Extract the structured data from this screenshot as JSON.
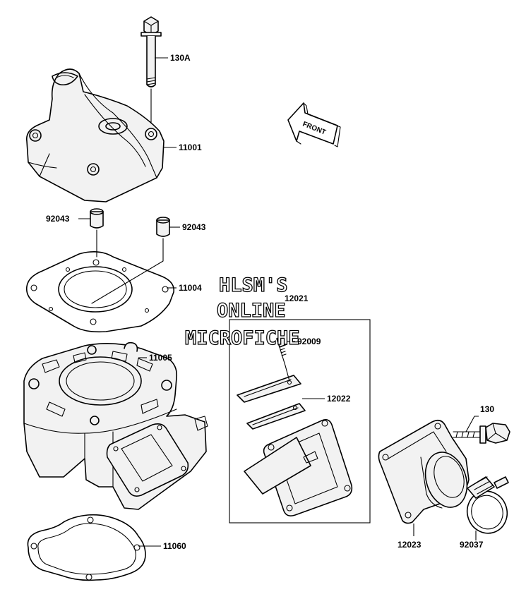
{
  "watermark": {
    "line1": "HLSM'S",
    "line2": "ONLINE",
    "line3": "MICROFICHE"
  },
  "direction_arrow": {
    "label": "FRONT"
  },
  "callouts": [
    {
      "id": "bolt-head-top",
      "label": "130A"
    },
    {
      "id": "cylinder-head",
      "label": "11001"
    },
    {
      "id": "dowel-left",
      "label": "92043"
    },
    {
      "id": "dowel-right",
      "label": "92043"
    },
    {
      "id": "head-gasket",
      "label": "11004"
    },
    {
      "id": "cylinder",
      "label": "11005"
    },
    {
      "id": "reed-valve-assy",
      "label": "12021"
    },
    {
      "id": "reed-screw",
      "label": "92009"
    },
    {
      "id": "reed-petal",
      "label": "12022"
    },
    {
      "id": "bolt-intake",
      "label": "130"
    },
    {
      "id": "intake-pipe",
      "label": "12023"
    },
    {
      "id": "hose-clamp",
      "label": "92037"
    },
    {
      "id": "base-gasket",
      "label": "11060"
    }
  ]
}
